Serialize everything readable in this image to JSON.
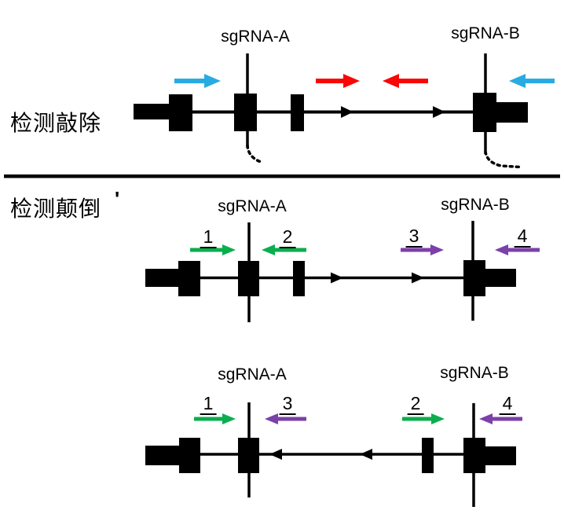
{
  "figure": {
    "background": "#ffffff"
  },
  "colors": {
    "primer_blue": "#29ABE2",
    "primer_red": "#F90606",
    "primer_green": "#0BAE4E",
    "primer_purple": "#7C40A9",
    "ink": "#000000"
  },
  "knockout_section": {
    "section_label": "检测敲除",
    "sgrna_a_label": "sgRNA-A",
    "sgrna_b_label": "sgRNA-B"
  },
  "inversion_section": {
    "section_label": "检测颠倒",
    "stray_mark": "'",
    "forward_diagram": {
      "sgrna_a_label": "sgRNA-A",
      "sgrna_b_label": "sgRNA-B",
      "primers": {
        "p1": "1",
        "p2": "2",
        "p3": "3",
        "p4": "4"
      }
    },
    "inverted_diagram": {
      "sgrna_a_label": "sgRNA-A",
      "sgrna_b_label": "sgRNA-B",
      "primers": {
        "p1": "1",
        "p3": "3",
        "p2": "2",
        "p4": "4"
      }
    }
  }
}
